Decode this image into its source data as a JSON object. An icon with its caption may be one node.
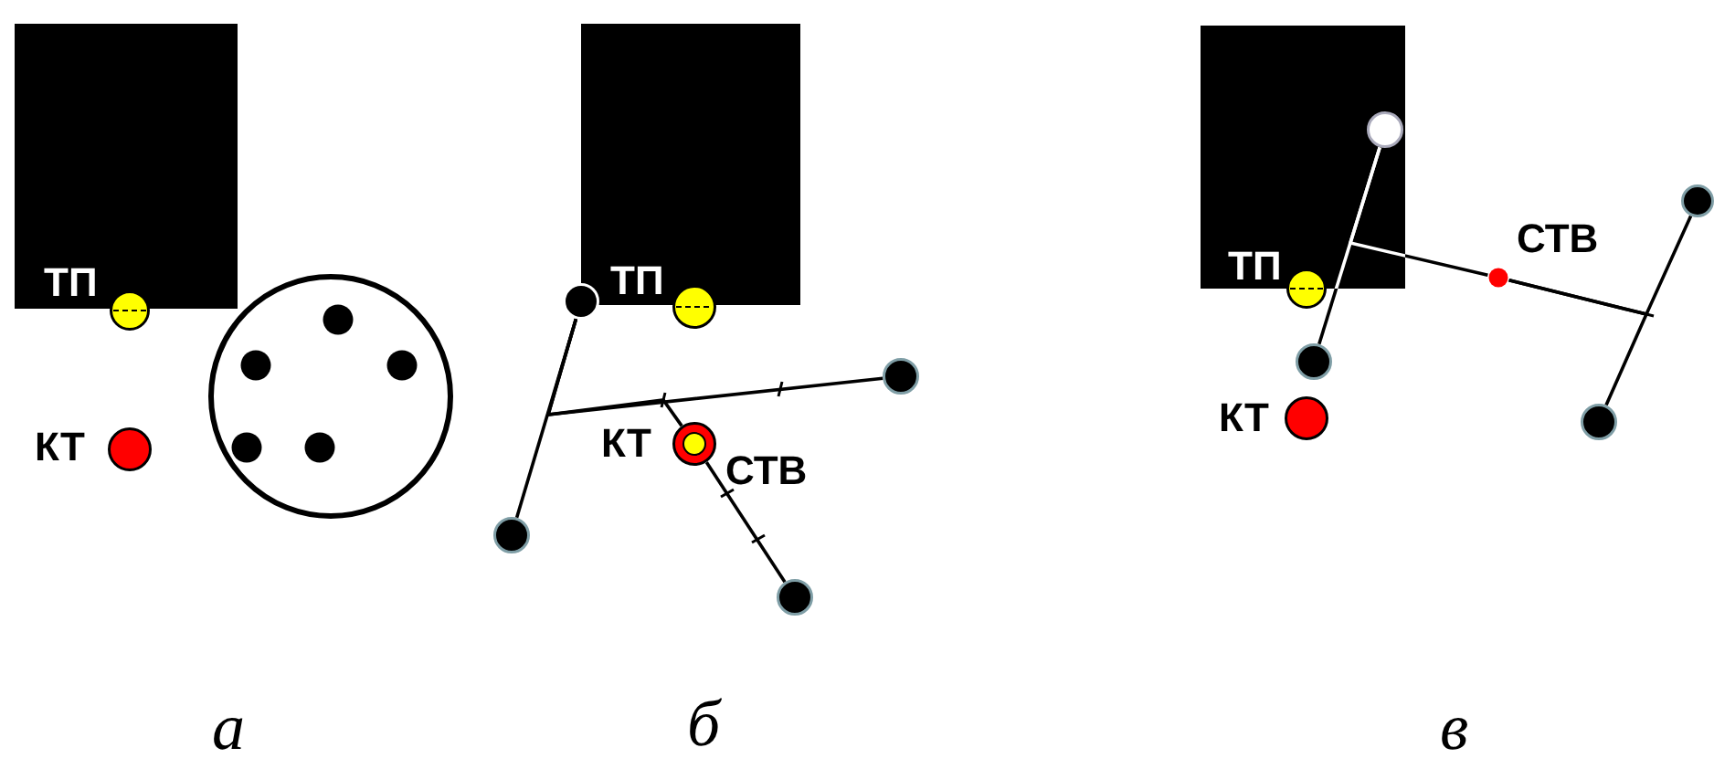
{
  "diagram": {
    "nodes": [
      {
        "text": [],
        "shape": "box"
      },
      {
        "text": [],
        "shape": "circle",
        "beside": [
          "ТП"
        ]
      },
      {
        "text": [],
        "shape": "circle",
        "beside": [
          "КТ"
        ]
      },
      {
        "text": [],
        "shape": "circle"
      },
      {
        "text": [],
        "shape": "circle",
        "in": 3
      },
      {
        "text": [],
        "shape": "circle",
        "in": 3
      },
      {
        "text": [],
        "shape": "circle",
        "in": 3
      },
      {
        "text": [],
        "shape": "circle",
        "in": 3
      },
      {
        "text": [],
        "shape": "circle",
        "in": 3
      },
      {
        "text": [],
        "shape": "box"
      },
      {
        "text": [],
        "shape": "circle"
      },
      {
        "text": [],
        "shape": "circle",
        "beside": [
          "ТП"
        ]
      },
      {
        "text": [],
        "shape": "circle"
      },
      {
        "text": [],
        "shape": "circle",
        "beside": [
          "КТ",
          "СТВ"
        ]
      },
      {
        "text": [],
        "shape": "circle"
      },
      {
        "text": [],
        "shape": "circle"
      },
      {
        "text": [],
        "shape": "box"
      },
      {
        "text": [],
        "shape": "circle",
        "in": 16
      },
      {
        "text": [],
        "shape": "circle"
      },
      {
        "text": [],
        "shape": "circle",
        "beside": [
          "СТВ"
        ]
      },
      {
        "text": [],
        "shape": "circle",
        "beside": [
          "ТП"
        ]
      },
      {
        "text": [],
        "shape": "circle"
      },
      {
        "text": [],
        "shape": "circle",
        "beside": [
          "КТ"
        ]
      },
      {
        "text": [],
        "shape": "circle"
      }
    ],
    "edges": [
      {
        "from": 10,
        "to": 14,
        "arrow": "none"
      },
      {
        "from": 10,
        "to": 12,
        "arrow": "none"
      },
      {
        "from": 10,
        "to": 13,
        "arrow": "none"
      },
      {
        "from": 13,
        "to": 15,
        "arrow": "none"
      },
      {
        "from": 17,
        "to": 21,
        "arrow": "none"
      },
      {
        "from": 17,
        "to": 19,
        "arrow": "none"
      },
      {
        "from": 19,
        "to": 18,
        "arrow": "none"
      },
      {
        "from": 19,
        "to": 23,
        "arrow": "none"
      }
    ],
    "labels": [
      "а",
      "б",
      "в"
    ]
  }
}
